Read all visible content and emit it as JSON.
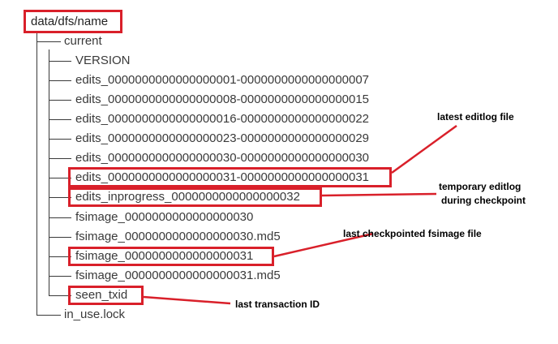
{
  "tree": {
    "root": "data/dfs/name",
    "current": "current",
    "files": [
      "VERSION",
      "edits_0000000000000000001-0000000000000000007",
      "edits_0000000000000000008-0000000000000000015",
      "edits_0000000000000000016-0000000000000000022",
      "edits_0000000000000000023-0000000000000000029",
      "edits_0000000000000000030-0000000000000000030",
      "edits_0000000000000000031-0000000000000000031",
      "edits_inprogress_0000000000000000032",
      "fsimage_0000000000000000030",
      "fsimage_0000000000000000030.md5",
      "fsimage_0000000000000000031",
      "fsimage_0000000000000000031.md5",
      "seen_txid"
    ],
    "lock": "in_use.lock"
  },
  "annotations": {
    "latest_editlog": "latest editlog file",
    "temp_editlog_line1": "temporary editlog",
    "temp_editlog_line2": "during checkpoint",
    "last_fsimage": "last checkpointed fsimage file",
    "last_txid": "last transaction ID"
  },
  "colors": {
    "highlight": "#d9202a",
    "text": "#3a3a3a"
  }
}
